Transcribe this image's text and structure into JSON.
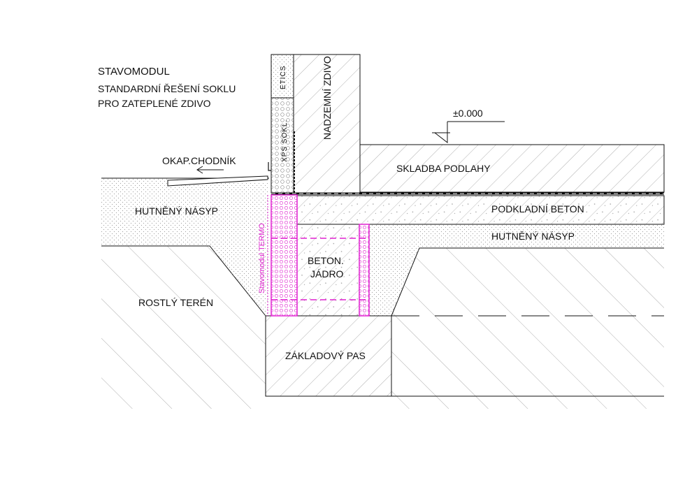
{
  "title": {
    "line1": "STAVOMODUL",
    "line2": "STANDARDNÍ ŘEŠENÍ SOKLU",
    "line3": "PRO ZATEPLENÉ ZDIVO"
  },
  "labels": {
    "etics": "ETICS",
    "xps_sokl": "XPS SOKL.",
    "nadzemni_zdivo": "NADZEMNÍ ZDIVO",
    "level": "±0.000",
    "okap_chodnik": "OKAP.CHODNÍK",
    "skladba_podlahy": "SKLADBA PODLAHY",
    "hutneny_nasyp_left": "HUTNĚNÝ NÁSYP",
    "podkladni_beton": "PODKLADNÍ BETON",
    "hutneny_nasyp_right": "HUTNĚNÝ NÁSYP",
    "stavomodul_termo": "Stavomodul TERMO",
    "beton_jadro_1": "BETON.",
    "beton_jadro_2": "JÁDRO",
    "rostly_teren": "ROSTLÝ TERÉN",
    "zakladovy_pas": "ZÁKLADOVÝ PAS"
  },
  "colors": {
    "line": "#111111",
    "hatch": "#9a9a9a",
    "insulation": "#e020d0",
    "membrane": "#000000"
  }
}
